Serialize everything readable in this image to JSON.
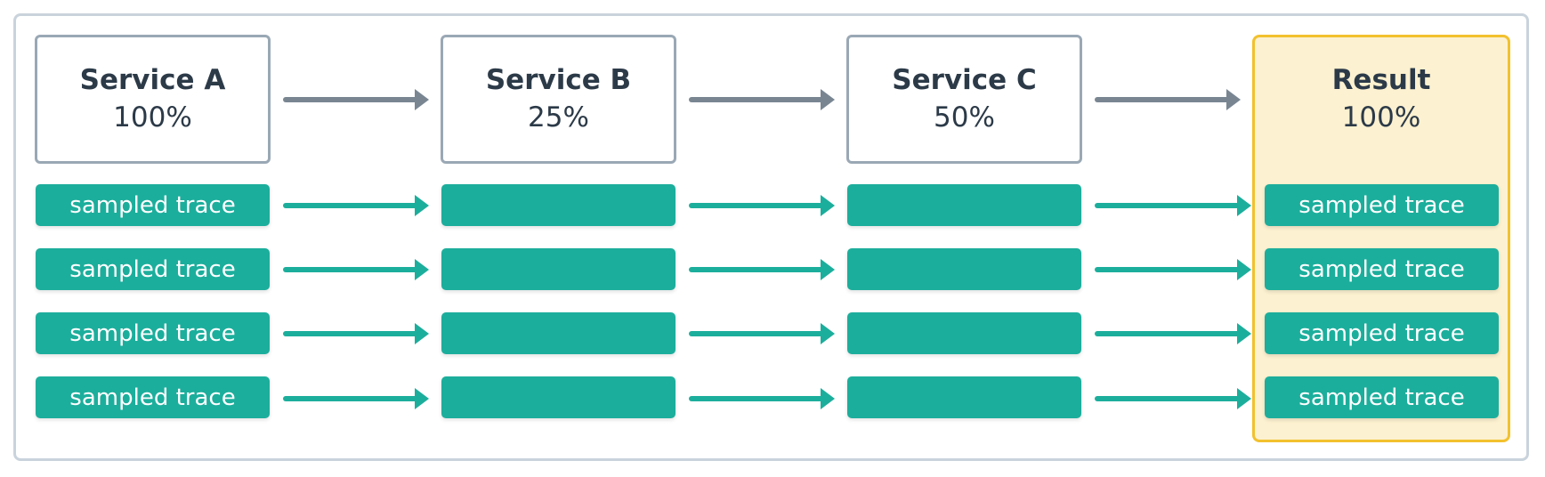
{
  "services": [
    {
      "name": "Service A",
      "percent": "100%"
    },
    {
      "name": "Service B",
      "percent": "25%"
    },
    {
      "name": "Service C",
      "percent": "50%"
    }
  ],
  "result": {
    "name": "Result",
    "percent": "100%"
  },
  "rows": [
    {
      "source_label": "sampled trace",
      "result_label": "sampled trace"
    },
    {
      "source_label": "sampled trace",
      "result_label": "sampled trace"
    },
    {
      "source_label": "sampled trace",
      "result_label": "sampled trace"
    },
    {
      "source_label": "sampled trace",
      "result_label": "sampled trace"
    }
  ],
  "colors": {
    "service_border": "#9aa8b5",
    "header_arrow": "#798692",
    "trace": "#1cae9c",
    "result_fill": "#fcf1d0",
    "result_border": "#f2c12e",
    "text": "#2c3a48"
  }
}
